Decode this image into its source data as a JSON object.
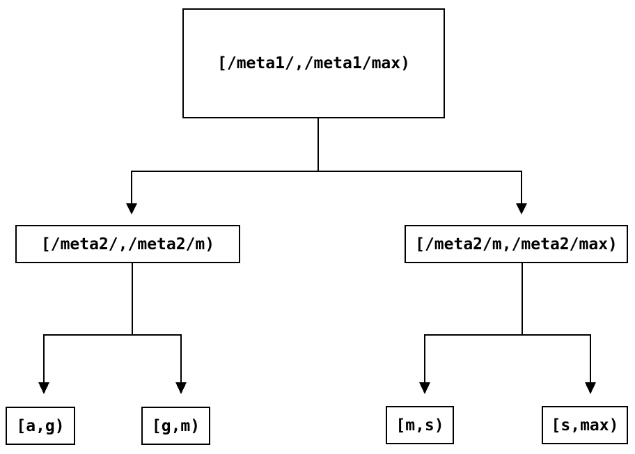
{
  "diagram": {
    "type": "tree",
    "background_color": "#ffffff",
    "line_color": "#000000",
    "node_border_color": "#000000",
    "text_color": "#000000",
    "nodes": [
      {
        "id": "root",
        "label": "[/meta1/,/meta1/max)"
      },
      {
        "id": "meta2-left",
        "label": "[/meta2/,/meta2/m)"
      },
      {
        "id": "meta2-right",
        "label": "[/meta2/m,/meta2/max)"
      },
      {
        "id": "leaf-ag",
        "label": "[a,g)"
      },
      {
        "id": "leaf-gm",
        "label": "[g,m)"
      },
      {
        "id": "leaf-ms",
        "label": "[m,s)"
      },
      {
        "id": "leaf-smax",
        "label": "[s,max)"
      }
    ],
    "edges": [
      {
        "from": "root",
        "to": "meta2-left"
      },
      {
        "from": "root",
        "to": "meta2-right"
      },
      {
        "from": "meta2-left",
        "to": "leaf-ag"
      },
      {
        "from": "meta2-left",
        "to": "leaf-gm"
      },
      {
        "from": "meta2-right",
        "to": "leaf-ms"
      },
      {
        "from": "meta2-right",
        "to": "leaf-smax"
      }
    ]
  }
}
